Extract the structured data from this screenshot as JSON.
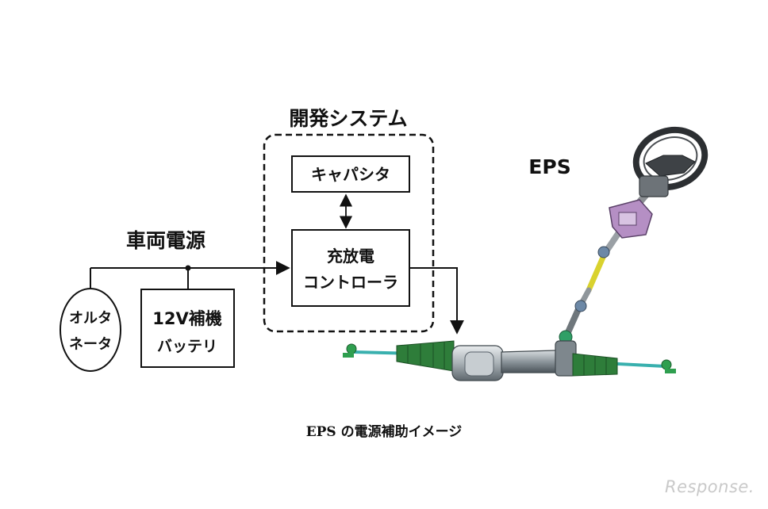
{
  "diagram": {
    "group_title": "開発システム",
    "capacitor": "キャパシタ",
    "controller_line1": "充放電",
    "controller_line2": "コントローラ",
    "vehicle_power": "車両電源",
    "alternator_line1": "オルタ",
    "alternator_line2": "ネータ",
    "battery_line1": "12V補機",
    "battery_line2": "バッテリ",
    "eps_label": "EPS"
  },
  "caption": "EPS の電源補助イメージ",
  "watermark": "Response."
}
